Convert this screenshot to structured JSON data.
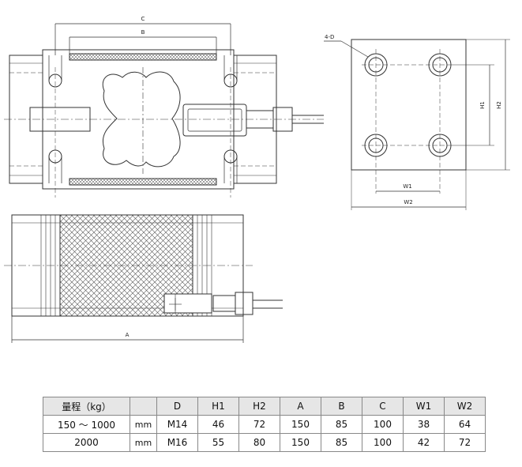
{
  "drawing": {
    "top_view": {
      "dim_c": "C",
      "dim_b": "B"
    },
    "side_view": {
      "dim_a": "A"
    },
    "mount_plate": {
      "hole_label": "4-D",
      "dim_h1": "H1",
      "dim_h2": "H2",
      "dim_w1": "W1",
      "dim_w2": "W2"
    }
  },
  "table": {
    "headers": [
      "量程（kg）",
      "",
      "D",
      "H1",
      "H2",
      "A",
      "B",
      "C",
      "W1",
      "W2"
    ],
    "rows": [
      [
        "150 ～ 1000",
        "mm",
        "M14",
        "46",
        "72",
        "150",
        "85",
        "100",
        "38",
        "64"
      ],
      [
        "2000",
        "mm",
        "M16",
        "55",
        "80",
        "150",
        "85",
        "100",
        "42",
        "72"
      ]
    ]
  }
}
